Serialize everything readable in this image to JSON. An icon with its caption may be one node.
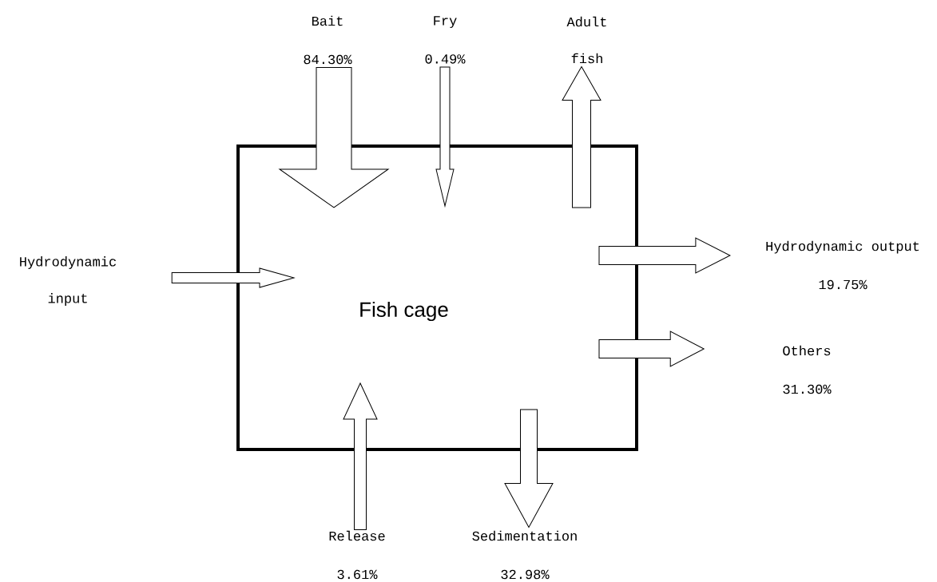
{
  "diagram": {
    "nodes": [
      {
        "text": [
          "Fish cage"
        ]
      },
      {
        "text": [
          "Bait",
          "84.30%"
        ]
      },
      {
        "text": [
          "Fry",
          "0.49%"
        ]
      },
      {
        "text": [
          "Adult fish"
        ]
      },
      {
        "text": [
          "Hydrodynamic input"
        ]
      },
      {
        "text": [
          "Hydrodynamic output",
          "19.75%"
        ]
      },
      {
        "text": [
          "Others",
          "31.30%"
        ]
      },
      {
        "text": [
          "Release",
          "3.61%"
        ]
      },
      {
        "text": [
          "Sedimentation",
          "32.98%"
        ]
      }
    ],
    "edges": [
      {
        "from": 1,
        "to": 0,
        "arrow": "to"
      },
      {
        "from": 2,
        "to": 0,
        "arrow": "to"
      },
      {
        "from": 0,
        "to": 3,
        "arrow": "to"
      },
      {
        "from": 4,
        "to": 0,
        "arrow": "to"
      },
      {
        "from": 0,
        "to": 5,
        "arrow": "to"
      },
      {
        "from": 0,
        "to": 6,
        "arrow": "to"
      },
      {
        "from": 7,
        "to": 0,
        "arrow": "to"
      },
      {
        "from": 0,
        "to": 8,
        "arrow": "to"
      }
    ]
  }
}
